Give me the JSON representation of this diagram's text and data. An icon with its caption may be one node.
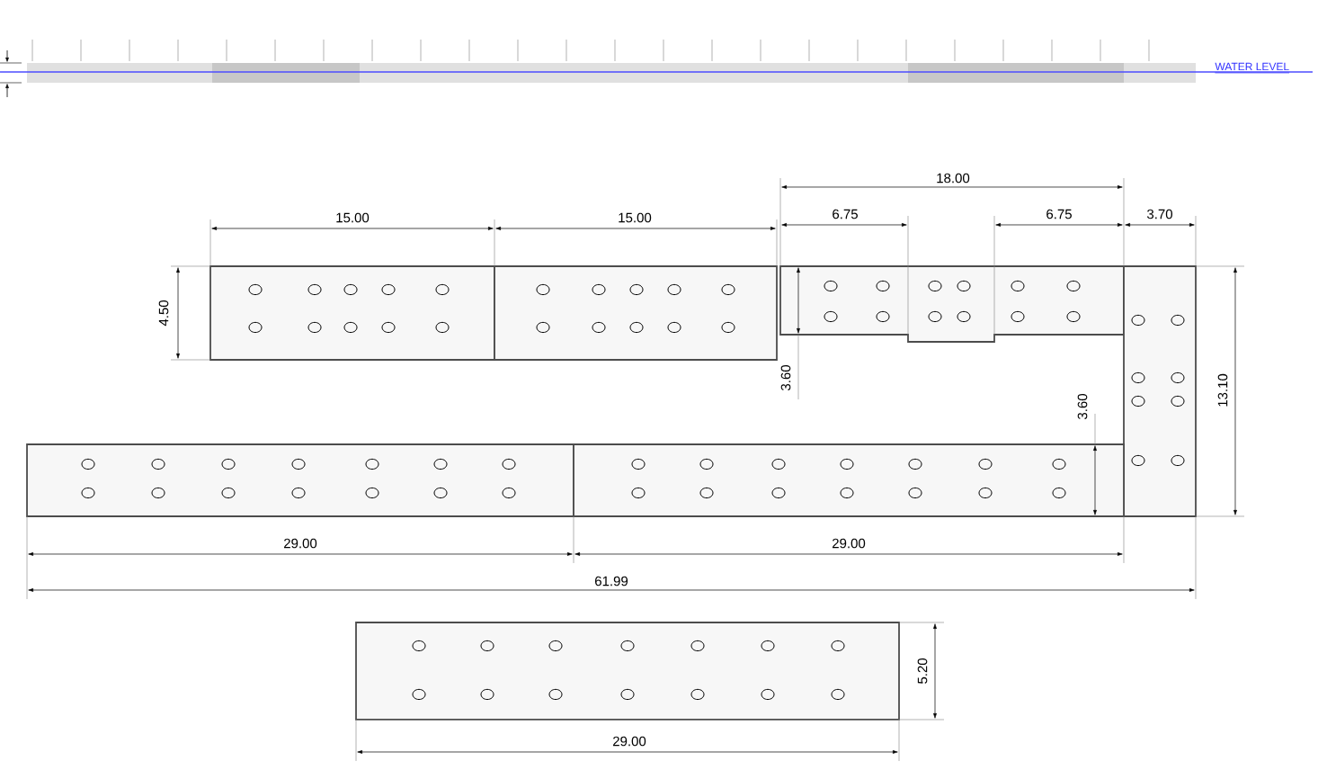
{
  "diagram": {
    "labels": [
      "WATER LEVEL",
      "18.00",
      "15.00",
      "15.00",
      "6.75",
      "6.75",
      "3.70",
      "4.50",
      "3.60",
      "3.60",
      "13.10",
      "29.00",
      "29.00",
      "61.99",
      "5.20",
      "29.00"
    ]
  }
}
